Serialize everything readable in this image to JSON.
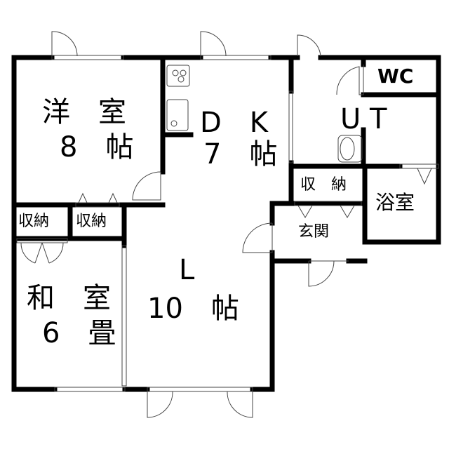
{
  "rooms": {
    "western_room": {
      "name": "洋　室",
      "size": "8　帖"
    },
    "dk": {
      "name": "D　K",
      "size": "7　帖"
    },
    "ut": {
      "name": "U T"
    },
    "wc": {
      "name": "WC"
    },
    "storage_left_1": {
      "name": "収納"
    },
    "storage_left_2": {
      "name": "収納"
    },
    "storage_right": {
      "name": "収　納"
    },
    "bathroom": {
      "name": "浴室"
    },
    "entrance": {
      "name": "玄関"
    },
    "living": {
      "name": "L",
      "size": "10　帖"
    },
    "japanese_room": {
      "name": "和　室",
      "size": "6　畳"
    }
  },
  "colors": {
    "wall": "#000000",
    "line": "#555555"
  }
}
